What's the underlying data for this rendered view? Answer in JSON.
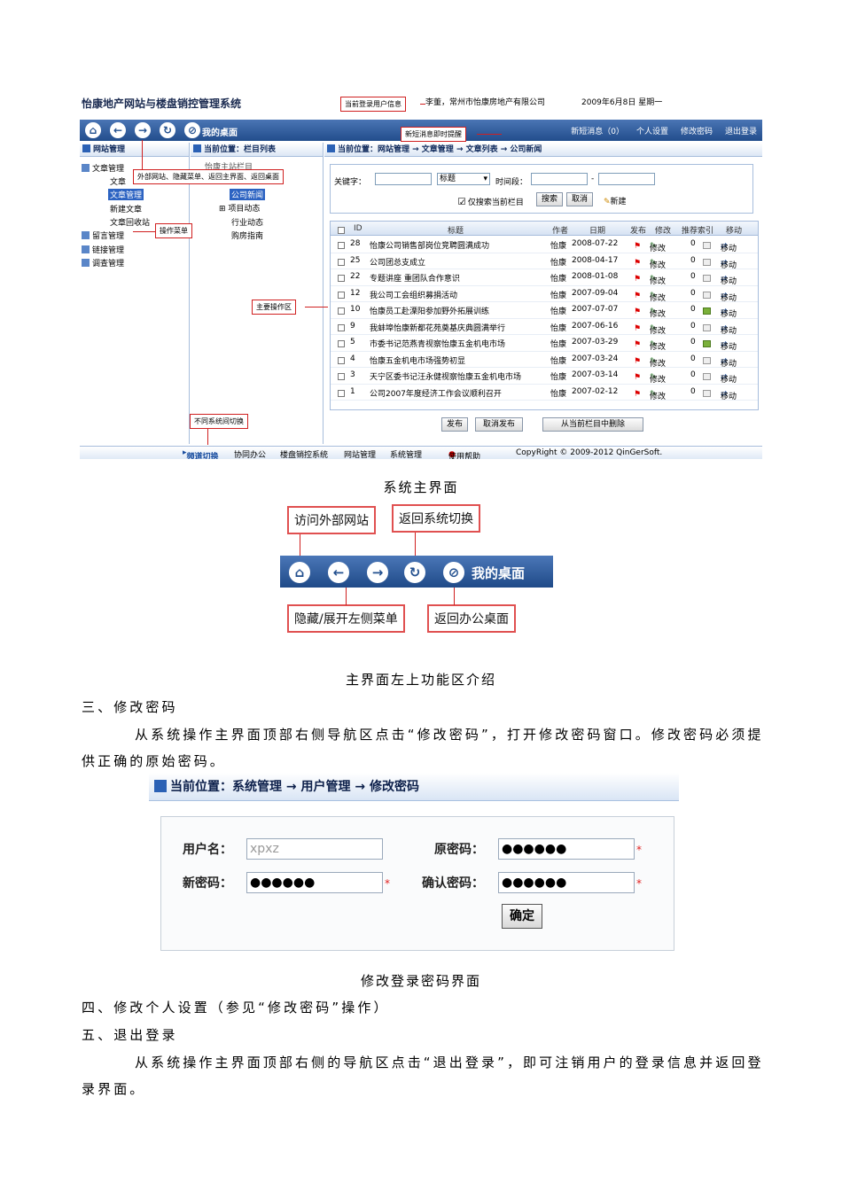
{
  "fig1": {
    "app_title": "怡康地产网站与楼盘销控管理系统",
    "user_info": "李董，常州市怡康房地产有限公司",
    "date_info": "2009年6月8日  星期一",
    "nav_icons": [
      "home-icon",
      "back-icon",
      "forward-icon",
      "refresh-icon",
      "desktop-icon"
    ],
    "desk_label": "我的桌面",
    "top_links": [
      "新短消息（0）",
      "个人设置",
      "修改密码",
      "退出登录"
    ],
    "left_title": "网站管理",
    "left_tree": [
      "文章管理",
      "文章",
      "文章管理",
      "新建文章",
      "文章回收站",
      "留言管理",
      "链接管理",
      "调查管理"
    ],
    "mid_title": "当前位置：栏目列表",
    "mid_tree": [
      "怡康主站栏目",
      "公司新闻",
      "项目动态",
      "行业动态",
      "购房指南"
    ],
    "main_title": "当前位置：网站管理 → 文章管理 → 文章列表 → 公司新闻",
    "search": {
      "keyword_label": "关键字：",
      "field_select": "标题",
      "period_label": "时间段：",
      "period_sep": "-",
      "only_current": "仅搜索当前栏目",
      "btn_search": "搜索",
      "btn_cancel": "取消",
      "btn_new": "新建"
    },
    "columns": [
      "ID",
      "标题",
      "作者",
      "日期",
      "发布",
      "修改",
      "推荐索引",
      "移动"
    ],
    "rows": [
      {
        "id": "28",
        "title": "怡康公司销售部岗位竞聘圆满成功",
        "author": "怡康",
        "date": "2008-07-22",
        "edit": "修改",
        "rank": "0",
        "rec": false,
        "move": "移动"
      },
      {
        "id": "25",
        "title": "公司团总支成立",
        "author": "怡康",
        "date": "2008-04-17",
        "edit": "修改",
        "rank": "0",
        "rec": false,
        "move": "移动"
      },
      {
        "id": "22",
        "title": "专题讲座  重团队合作意识",
        "author": "怡康",
        "date": "2008-01-08",
        "edit": "修改",
        "rank": "0",
        "rec": false,
        "move": "移动"
      },
      {
        "id": "12",
        "title": "我公司工会组织募捐活动",
        "author": "怡康",
        "date": "2007-09-04",
        "edit": "修改",
        "rank": "0",
        "rec": false,
        "move": "移动"
      },
      {
        "id": "10",
        "title": "怡康员工赴溧阳参加野外拓展训练",
        "author": "怡康",
        "date": "2007-07-07",
        "edit": "修改",
        "rank": "0",
        "rec": true,
        "move": "移动"
      },
      {
        "id": "9",
        "title": "我蚌埠怡康新都花苑奠基庆典圆满举行",
        "author": "怡康",
        "date": "2007-06-16",
        "edit": "修改",
        "rank": "0",
        "rec": false,
        "move": "移动"
      },
      {
        "id": "5",
        "title": "市委书记范燕青视察怡康五金机电市场",
        "author": "怡康",
        "date": "2007-03-29",
        "edit": "修改",
        "rank": "0",
        "rec": true,
        "move": "移动"
      },
      {
        "id": "4",
        "title": "怡康五金机电市场强势初显",
        "author": "怡康",
        "date": "2007-03-24",
        "edit": "修改",
        "rank": "0",
        "rec": false,
        "move": "移动"
      },
      {
        "id": "3",
        "title": "天宁区委书记汪永健视察怡康五金机电市场",
        "author": "怡康",
        "date": "2007-03-14",
        "edit": "修改",
        "rank": "0",
        "rec": false,
        "move": "移动"
      },
      {
        "id": "1",
        "title": "公司2007年度经济工作会议顺利召开",
        "author": "怡康",
        "date": "2007-02-12",
        "edit": "修改",
        "rank": "0",
        "rec": false,
        "move": "移动"
      }
    ],
    "bottom_buttons": [
      "发布",
      "取消发布",
      "从当前栏目中删除"
    ],
    "footer": {
      "channel": "频道切换",
      "systems": [
        "协同办公",
        "楼盘销控系统",
        "网站管理",
        "系统管理"
      ],
      "help": "使用帮助",
      "copyright": "CopyRight © 2009-2012 QinGerSoft."
    },
    "callouts": {
      "user": "当前登录用户信息",
      "message": "新短消息即时提醒",
      "toolbar": "外部网站、隐藏菜单、返回主界面、返回桌面",
      "menu": "操作菜单",
      "work": "主要操作区",
      "switch": "不同系统间切换"
    }
  },
  "caption1": "系统主界面",
  "fig2": {
    "callouts": [
      "访问外部网站",
      "返回系统切换",
      "隐藏/展开左侧菜单",
      "返回办公桌面"
    ],
    "desk_label": "我的桌面"
  },
  "caption2": "主界面左上功能区介绍",
  "section3_title": "三、修改密码",
  "section3_body": "从系统操作主界面顶部右侧导航区点击“修改密码”，打开修改密码窗口。修改密码必须提供正确的原始密码。",
  "fig3": {
    "crumb": "当前位置：系统管理  → 用户管理  → 修改密码",
    "username_label": "用户名：",
    "username_value": "xpxz",
    "oldpw_label": "原密码：",
    "newpw_label": "新密码：",
    "confirm_label": "确认密码：",
    "pw_mask": "●●●●●●",
    "star": "*",
    "ok_button": "确定"
  },
  "caption3": "修改登录密码界面",
  "section4_title": "四、修改个人设置（参见“修改密码”操作）",
  "section5_title": "五、退出登录",
  "section5_body": "从系统操作主界面顶部右侧的导航区点击“退出登录”，即可注销用户的登录信息并返回登录界面。"
}
